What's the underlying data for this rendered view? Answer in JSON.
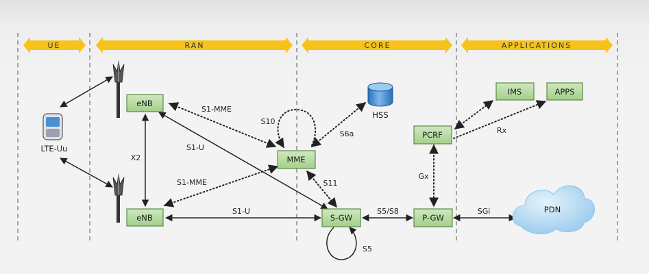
{
  "zones": [
    {
      "id": "ue",
      "label": "UE"
    },
    {
      "id": "ran",
      "label": "RAN"
    },
    {
      "id": "core",
      "label": "CORE"
    },
    {
      "id": "apps",
      "label": "APPLICATIONS"
    }
  ],
  "nodes": {
    "enb_top": "eNB",
    "enb_bottom": "eNB",
    "mme": "MME",
    "sgw": "S-GW",
    "pgw": "P-GW",
    "pcrf": "PCRF",
    "ims": "IMS",
    "apps": "APPS",
    "hss": "HSS",
    "pdn": "PDN",
    "ue": "LTE-Uu"
  },
  "interfaces": {
    "s1_mme_top": "S1-MME",
    "s1_mme_bottom": "S1-MME",
    "s1_u_diag": "S1-U",
    "s1_u_bottom": "S1-U",
    "x2": "X2",
    "s10": "S10",
    "s6a": "S6a",
    "s11": "S11",
    "s5_s8": "S5/S8",
    "s5": "S5",
    "gx": "Gx",
    "sgi": "SGi",
    "rx": "Rx"
  },
  "colors": {
    "band": "#f7c21a",
    "node_fill": "#b5dca0",
    "node_stroke": "#5b8a48",
    "divider": "#777777",
    "line": "#222222",
    "cloud": "#a9d3f0",
    "db": "#4a8fd3"
  }
}
